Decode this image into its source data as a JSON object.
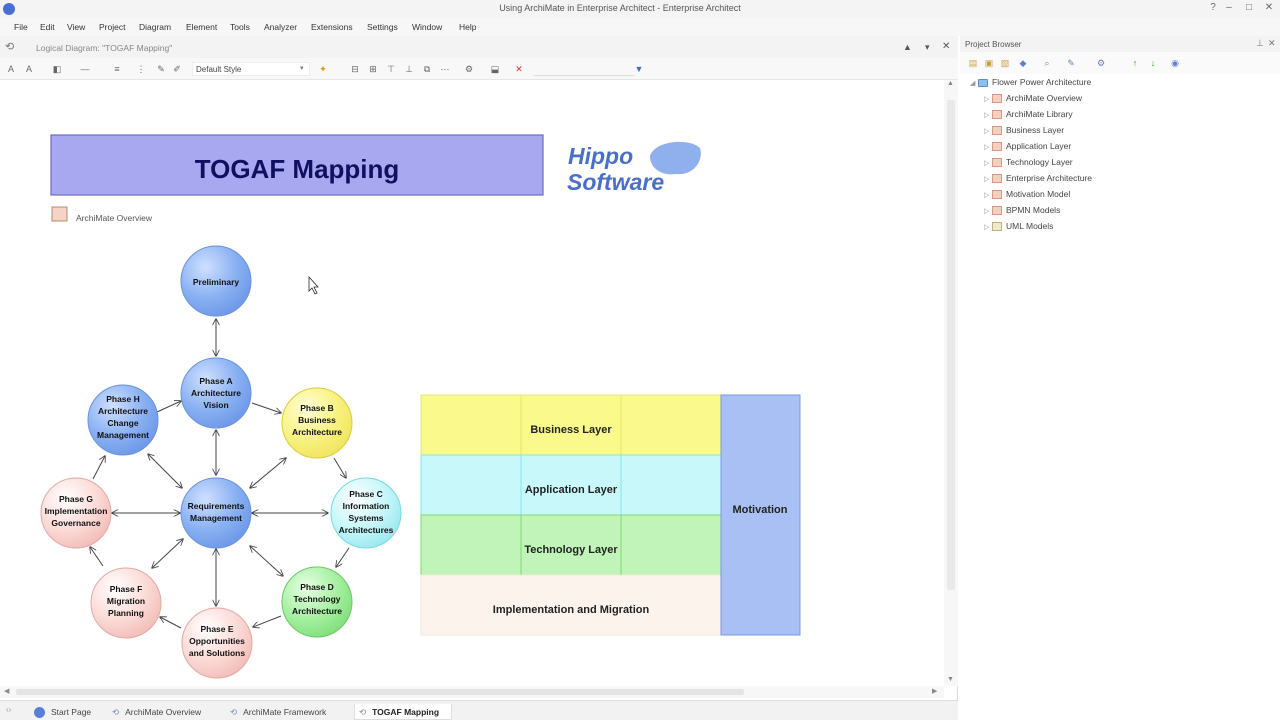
{
  "window": {
    "title": "Using ArchiMate in Enterprise Architect - Enterprise Architect"
  },
  "menu": [
    "File",
    "Edit",
    "View",
    "Project",
    "Diagram",
    "Element",
    "Tools",
    "Analyzer",
    "Extensions",
    "Settings",
    "Window",
    "Help"
  ],
  "diagram": {
    "tab_title": "Logical Diagram: \"TOGAF Mapping\"",
    "style_select": "Default Style",
    "banner": "TOGAF Mapping",
    "logo_line1": "Hippo",
    "logo_line2": "Software",
    "link_label": "ArchiMate Overview",
    "phases": {
      "preliminary": "Preliminary",
      "a": [
        "Phase A",
        "Architecture",
        "Vision"
      ],
      "b": [
        "Phase B",
        "Business",
        "Architecture"
      ],
      "c": [
        "Phase C",
        "Information",
        "Systems",
        "Architectures"
      ],
      "d": [
        "Phase D",
        "Technology",
        "Architecture"
      ],
      "e": [
        "Phase E",
        "Opportunities",
        "and Solutions"
      ],
      "f": [
        "Phase F",
        "Migration",
        "Planning"
      ],
      "g": [
        "Phase G",
        "Implementation",
        "Governance"
      ],
      "h": [
        "Phase H",
        "Architecture",
        "Change",
        "Management"
      ],
      "req": [
        "Requirements",
        "Management"
      ]
    },
    "layers": {
      "business": "Business Layer",
      "application": "Application Layer",
      "technology": "Technology Layer",
      "implementation": "Implementation and Migration",
      "motivation": "Motivation"
    },
    "colors": {
      "banner_fill": "#a8a8f0",
      "blue": "#7aa6f0",
      "yellow": "#f7f07a",
      "cyan": "#b8f4f8",
      "green": "#9ef29a",
      "pink": "#f8d0cc",
      "business": "#fafa8c",
      "application": "#c8f8fa",
      "technology": "#c0f4b8",
      "implementation": "#fcf4ec",
      "motivation": "#a8c0f4"
    }
  },
  "tabs": [
    "Start Page",
    "ArchiMate Overview",
    "ArchiMate Framework",
    "TOGAF Mapping"
  ],
  "browser": {
    "title": "Project Browser",
    "root": "Flower Power Architecture",
    "items": [
      "ArchiMate Overview",
      "ArchiMate Library",
      "Business Layer",
      "Application Layer",
      "Technology Layer",
      "Enterprise Architecture",
      "Motivation Model",
      "BPMN Models",
      "UML Models"
    ]
  }
}
